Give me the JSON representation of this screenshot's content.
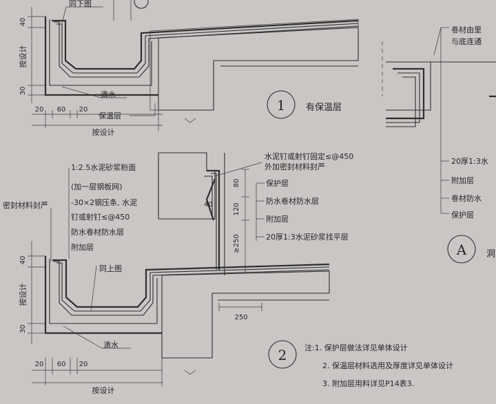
{
  "detail1": {
    "ref_top": "同下图",
    "drip": "滴水",
    "insulation": "保温层",
    "dim_left_top": "40",
    "dim_left_mid": "按设计",
    "dim_left_bottom": "30",
    "dim_b1": "20",
    "dim_b2": "60",
    "dim_b3": "20",
    "dim_total": "按设计",
    "number": "1",
    "title": "有保温层"
  },
  "detail2": {
    "mortar_1": "1:2.5水泥砂浆粉面",
    "mortar_2": "(加一层钢板网)",
    "strip_1": "-30×2钢压条, 水泥",
    "strip_2": "钉或射钉≤@450",
    "waterproof": "防水卷材防水层",
    "additional": "附加层",
    "seal": "密封材料封严",
    "ref_above": "同上图",
    "drip": "滴水",
    "dim_left_top": "40",
    "dim_left_mid": "按设计",
    "dim_left_bottom": "30",
    "dim_b1": "20",
    "dim_b2": "60",
    "dim_b3": "20",
    "dim_total": "按设计",
    "number": "2"
  },
  "wall_detail": {
    "nail_1": "水泥钉或射钉固定≤@450",
    "nail_2": "外加密封材料封严",
    "protect": "保护层",
    "waterproof": "防水卷材防水层",
    "additional": "附加层",
    "screed": "20厚1:3水泥砂浆找平层",
    "dim_80": "80",
    "dim_120": "120",
    "dim_40": "40",
    "dim_250_v": "≥250",
    "dim_250_h": "250"
  },
  "detailA": {
    "roll_1": "卷材由里",
    "roll_2": "与底连通",
    "screed": "20厚1:3水",
    "additional": "附加层",
    "waterproof": "卷材防水",
    "protect": "保护层",
    "number": "A",
    "suffix": "洞"
  },
  "notes": {
    "n1": "注:1. 保护层做法详见单体设计",
    "n2": "2. 保温层材料选用及厚度详见单体设计",
    "n3": "3. 附加层用料详见P14表3."
  }
}
